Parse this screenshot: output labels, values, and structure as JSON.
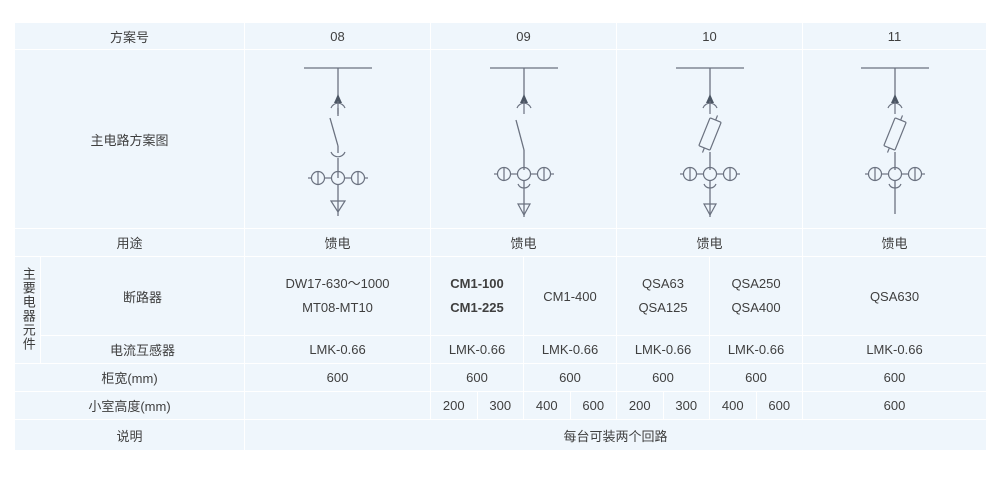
{
  "table": {
    "header_label": "方案号",
    "columns": [
      "08",
      "09",
      "10",
      "11"
    ],
    "rows": {
      "diagram_label": "主电路方案图",
      "usage_label": "用途",
      "usage_values": [
        "馈电",
        "馈电",
        "馈电",
        "馈电"
      ],
      "category_label": "主要电器元件",
      "breaker_label": "断路器",
      "breaker_values": {
        "c08": [
          "DW17-630～1000",
          "MT08-MT10"
        ],
        "c09_left": [
          "CM1-100",
          "CM1-225"
        ],
        "c09_right": [
          "CM1-400"
        ],
        "c10_left": [
          "QSA63",
          "QSA125"
        ],
        "c10_right": [
          "QSA250",
          "QSA400"
        ],
        "c11": [
          "QSA630"
        ]
      },
      "ct_label": "电流互感器",
      "ct_values": [
        "LMK-0.66",
        "LMK-0.66",
        "LMK-0.66",
        "LMK-0.66",
        "LMK-0.66",
        "LMK-0.66"
      ],
      "width_label": "柜宽(mm)",
      "width_values": [
        "600",
        "600",
        "600",
        "600",
        "600",
        "600"
      ],
      "height_label": "小室高度(mm)",
      "height_values": {
        "c08": "",
        "c09": [
          "200",
          "300",
          "400",
          "600"
        ],
        "c10": [
          "200",
          "300",
          "400",
          "600"
        ],
        "c11": "600"
      },
      "note_label": "说明",
      "note_value": "每台可装两个回路"
    }
  },
  "diagrams": {
    "d08": "busbar-isolator-breaker-ct-feeder",
    "d09": "busbar-isolator-breaker-ct-cup-feeder",
    "d10": "busbar-isolator-fuse-ct-cup-feeder",
    "d11": "busbar-isolator-fuse-ct-cup"
  },
  "colors": {
    "header_bg": "#cfe0f0",
    "cell_bg": "#eff6fc",
    "grid": "#ffffff",
    "text": "#3c3c3c",
    "line": "#6b7280"
  }
}
